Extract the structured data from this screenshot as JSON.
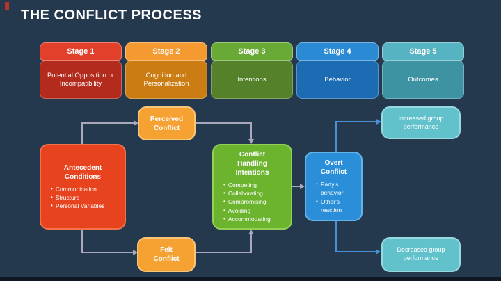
{
  "slide": {
    "title": "THE CONFLICT PROCESS"
  },
  "stages": [
    {
      "label": "Stage 1",
      "description": "Potential Opposition or Incompatibility",
      "header_color": "#e2402a",
      "body_color": "#b22b1c"
    },
    {
      "label": "Stage 2",
      "description": "Cognition and Personalization",
      "header_color": "#f49a31",
      "body_color": "#cb7d13"
    },
    {
      "label": "Stage 3",
      "description": "Intentions",
      "header_color": "#69aa36",
      "body_color": "#55812b"
    },
    {
      "label": "Stage 4",
      "description": "Behavior",
      "header_color": "#2a8ad4",
      "body_color": "#1b6cb2"
    },
    {
      "label": "Stage 5",
      "description": "Outcomes",
      "header_color": "#56b4c2",
      "body_color": "#3e93a2"
    }
  ],
  "flowchart": {
    "antecedent": {
      "title": "Antecedent Conditions",
      "bullets": [
        "Communication",
        "Structure",
        "Personal Variables"
      ],
      "color": "#e8431f"
    },
    "perceived": {
      "title": "Perceived Conflict",
      "color": "#f5a233"
    },
    "felt": {
      "title": "Felt Conflict",
      "color": "#f5a233"
    },
    "handling": {
      "title": "Conflict Handling Intentions",
      "bullets": [
        "Competing",
        "Collaborating",
        "Compromising",
        "Avoiding",
        "Accommodating"
      ],
      "color": "#6cb32e"
    },
    "overt": {
      "title": "Overt Conflict",
      "bullets": [
        "Party's behavior",
        "Other's reaction"
      ],
      "color": "#2a8fd8"
    },
    "increased": {
      "title": "Increased group performance",
      "color": "#62c2cc"
    },
    "decreased": {
      "title": "Decreased group performance",
      "color": "#62c2cc"
    }
  },
  "colors": {
    "background": "#24384e",
    "bottom_bar": "#0e1722",
    "title_text": "#ffffff",
    "accent_mark": "#b5352a",
    "connector_gray": "#a9a9bb",
    "connector_blue": "#4a90d5"
  }
}
